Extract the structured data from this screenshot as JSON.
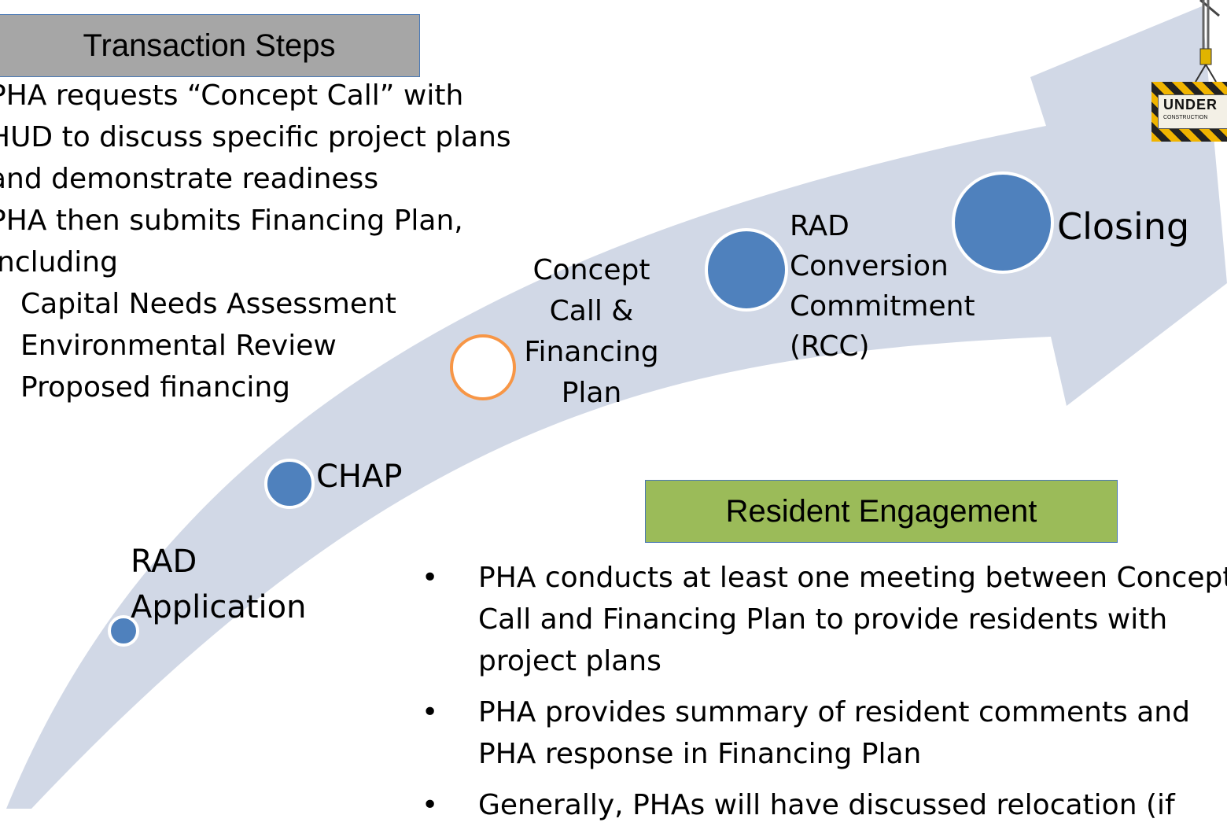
{
  "transaction_steps": {
    "title": "Transaction Steps",
    "lines": [
      "PHA requests “Concept Call” with",
      "HUD to discuss specific project plans",
      "and demonstrate readiness",
      "PHA then submits Financing Plan,",
      "including"
    ],
    "sub_items": [
      "Capital Needs Assessment",
      "Environmental Review",
      "Proposed financing"
    ]
  },
  "milestones": {
    "rad_application": [
      "RAD",
      "Application"
    ],
    "chap": "CHAP",
    "concept_call": [
      "Concept",
      "Call &",
      "Financing",
      "Plan"
    ],
    "rcc": [
      "RAD",
      "Conversion",
      "Commitment",
      "(RCC)"
    ],
    "closing": "Closing"
  },
  "resident_engagement": {
    "title": "Resident Engagement",
    "bullet_symbol": "•",
    "bullets": [
      [
        "PHA conducts at least one meeting between Concept",
        "Call and Financing Plan to provide residents with",
        "project plans"
      ],
      [
        "PHA provides summary of resident comments and",
        "PHA response in Financing Plan"
      ],
      [
        "Generally, PHAs will have discussed relocation (if"
      ]
    ]
  },
  "sign": {
    "text": "UNDER",
    "subtext": "CONSTRUCTION"
  },
  "colors": {
    "arrow": "#d1d8e6",
    "circle_blue": "#4f81bd",
    "circle_orange": "#f79646",
    "steps_header_bg": "#a6a6a6",
    "engagement_header_bg": "#9bbb59",
    "header_border": "#4a78b4"
  }
}
